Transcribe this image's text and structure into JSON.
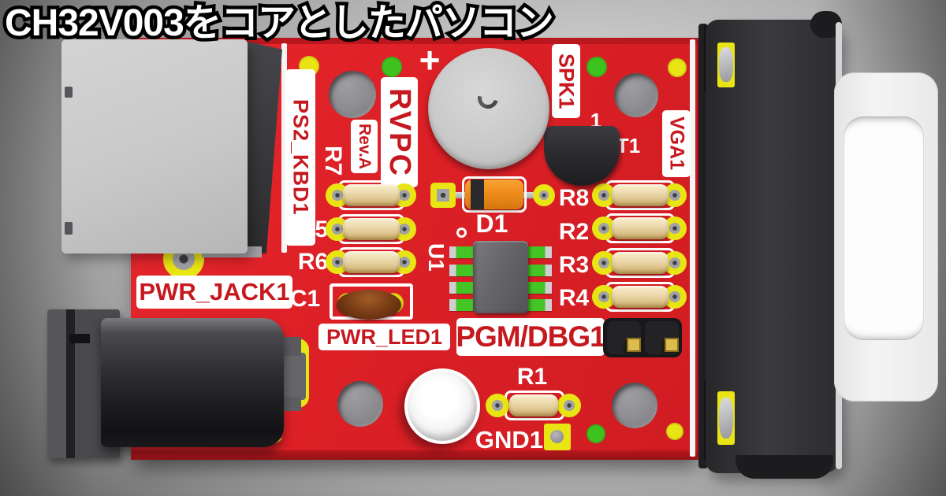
{
  "title": {
    "text": "CH32V003をコアとしたパソコン"
  },
  "pcb": {
    "name": "RVPC",
    "revision": "Rev.A",
    "boxed_labels": {
      "ps2_keyboard": "PS2_KBD1",
      "speaker": "SPK1",
      "vga": "VGA1",
      "power_jack": "PWR_JACK1",
      "power_led": "PWR_LED1",
      "program_debug": "PGM/DBG1"
    },
    "text_labels": {
      "r1": "R1",
      "r2": "R2",
      "r3": "R3",
      "r4": "R4",
      "r5": "R5",
      "r6": "R6",
      "r7": "R7",
      "r8": "R8",
      "c1": "C1",
      "d1": "D1",
      "u1": "U1",
      "t1": "T1",
      "t1_pin1": "1",
      "gnd": "GND1",
      "buzzer_plus": "+"
    },
    "colors": {
      "board_red": "#dc2026",
      "board_edge_dark_red": "#a3141a",
      "silkscreen_white": "#ffffff",
      "label_text_red": "#c6191f",
      "pad_yellow": "#e9e414",
      "via_green": "#3ec21e",
      "resistor_beige": "#ecd9ad",
      "diode_orange": "#ef8c1a",
      "capacitor_brown": "#6e3413",
      "ic_pad_green": "#44c425"
    }
  }
}
